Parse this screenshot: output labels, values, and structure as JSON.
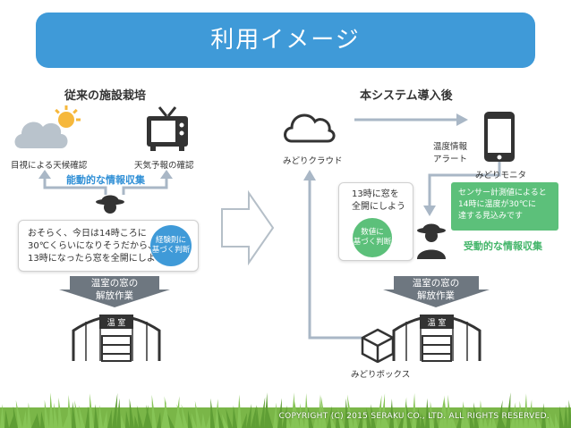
{
  "title": "利用イメージ",
  "left": {
    "heading": "従来の施設栽培",
    "weather_label": "目視による天候確認",
    "tv_label": "天気予報の確認",
    "active_label": "能動的な情報収集",
    "speech": [
      "おそらく、今日は14時ころに",
      "30℃くらいになりそうだから、",
      "13時になったら窓を全開にしよう"
    ],
    "experience_badge": [
      "経験則に",
      "基づく判断"
    ],
    "action": [
      "温室の窓の",
      "解放作業"
    ],
    "greenhouse_label": "温 室"
  },
  "right": {
    "heading": "本システム導入後",
    "cloud_label": "みどりクラウド",
    "alert_label": [
      "温度情報",
      "アラート"
    ],
    "monitor_label": "みどりモニタ",
    "speech": [
      "13時に窓を",
      "全開にしよう"
    ],
    "data_badge": [
      "数値に",
      "基づく判断"
    ],
    "notice": [
      "センサー計測値によると",
      "14時に温度が30℃に",
      "達する見込みです"
    ],
    "passive_label": "受動的な情報収集",
    "action": [
      "温室の窓の",
      "解放作業"
    ],
    "greenhouse_label": "温 室",
    "box_label": "みどりボックス"
  },
  "copyright": "COPYRIGHT (C) 2015 SERAKU CO., LTD. ALL RIGHTS RESERVED.",
  "colors": {
    "title_blue": "#3f9ad8",
    "arrow_gray": "#9aa6b2",
    "green": "#5cc07a",
    "action_gray": "#6e7780"
  }
}
